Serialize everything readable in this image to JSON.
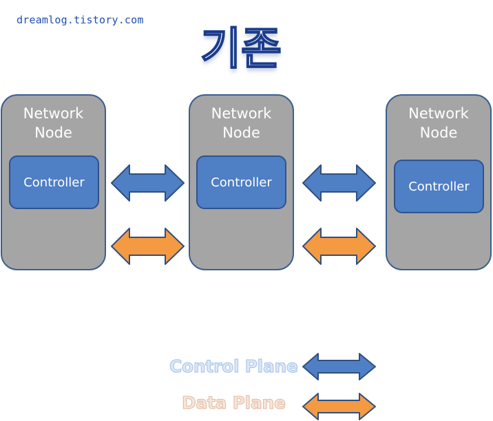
{
  "watermark": "dreamlog.tistory.com",
  "title": "기존",
  "nodes": [
    {
      "label_line1": "Network",
      "label_line2": "Node",
      "controller": "Controller"
    },
    {
      "label_line1": "Network",
      "label_line2": "Node",
      "controller": "Controller"
    },
    {
      "label_line1": "Network",
      "label_line2": "Node",
      "controller": "Controller"
    }
  ],
  "legend": {
    "control_plane": "Control Plane",
    "data_plane": "Data Plane"
  },
  "colors": {
    "node_fill": "#a5a5a5",
    "node_border": "#3a5f8f",
    "controller_fill": "#4f7fc4",
    "control_arrow": "#4f7fc4",
    "data_arrow": "#f39a43",
    "arrow_border": "#2f4f7f"
  }
}
